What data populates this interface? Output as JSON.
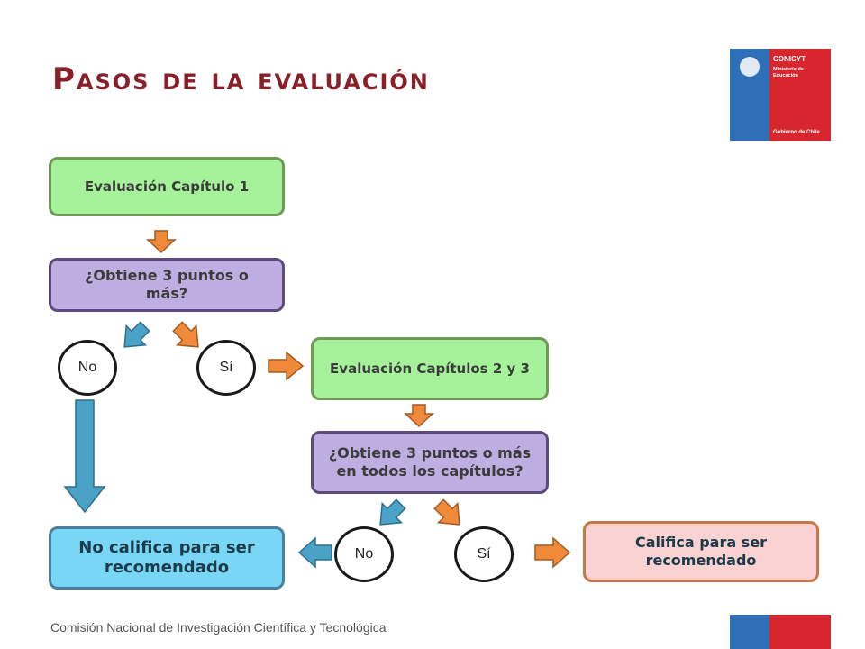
{
  "title": "Pasos de la evaluación",
  "logo": {
    "org": "CONICYT",
    "line1": "Ministerio de",
    "line2": "Educación",
    "footer": "Gobierno de Chile"
  },
  "nodes": {
    "eval1": "Evaluación Capítulo 1",
    "q1": "¿Obtiene 3 puntos o más?",
    "no1": "No",
    "si1": "Sí",
    "eval23": "Evaluación Capítulos 2 y 3",
    "q2": "¿Obtiene 3 puntos o más en todos los capítulos?",
    "no2": "No",
    "si2": "Sí",
    "no_califica": "No califica para ser recomendado",
    "califica": "Califica para ser recomendado"
  },
  "colors": {
    "title": "#8a1f2a",
    "arrow_orange": "#f08a3a",
    "arrow_blue": "#4aa3c6"
  },
  "footer": "Comisión Nacional de Investigación Científica y Tecnológica"
}
